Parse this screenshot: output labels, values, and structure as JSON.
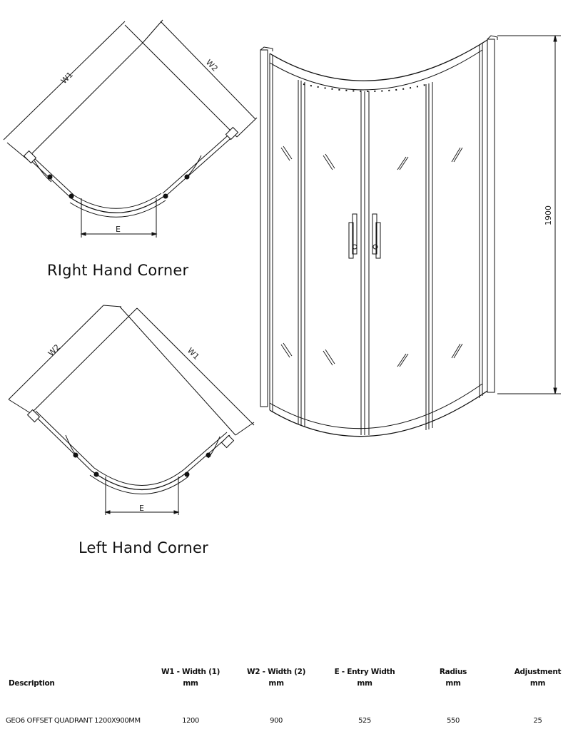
{
  "diagrams": {
    "right_hand": {
      "caption": "RIght Hand Corner",
      "labels": {
        "w1": "W1",
        "w2": "W2",
        "e": "E"
      }
    },
    "left_hand": {
      "caption": "Left Hand Corner",
      "labels": {
        "w1": "W1",
        "w2": "W2",
        "e": "E"
      }
    },
    "elevation": {
      "height_label": "1900"
    }
  },
  "table": {
    "headers": [
      {
        "line1": "Description",
        "line2": ""
      },
      {
        "line1": "W1 - Width (1)",
        "line2": "mm"
      },
      {
        "line1": "W2 - Width (2)",
        "line2": "mm"
      },
      {
        "line1": "E - Entry Width",
        "line2": "mm"
      },
      {
        "line1": "Radius",
        "line2": "mm"
      },
      {
        "line1": "Adjustment",
        "line2": "mm"
      }
    ],
    "rows": [
      {
        "description": "GEO6 OFFSET QUADRANT 1200X900MM",
        "w1": "1200",
        "w2": "900",
        "e": "525",
        "radius": "550",
        "adjustment": "25"
      }
    ]
  }
}
